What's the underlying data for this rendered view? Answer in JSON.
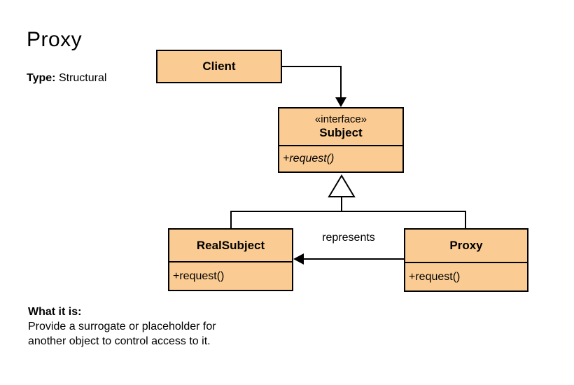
{
  "header": {
    "title": "Proxy",
    "type_label": "Type:",
    "type_value": "Structural"
  },
  "diagram": {
    "client": {
      "name": "Client"
    },
    "subject": {
      "stereotype": "«interface»",
      "name": "Subject",
      "method": "+request()"
    },
    "realsubject": {
      "name": "RealSubject",
      "method": "+request()"
    },
    "proxy": {
      "name": "Proxy",
      "method": "+request()"
    },
    "represents_label": "represents"
  },
  "description": {
    "heading": "What it is:",
    "lines": [
      "Provide a surrogate or placeholder for",
      "another object to control access to it."
    ]
  },
  "colors": {
    "box_fill": "#FACB92",
    "box_border": "#000000",
    "line": "#000000",
    "background": "#FFFFFF"
  }
}
